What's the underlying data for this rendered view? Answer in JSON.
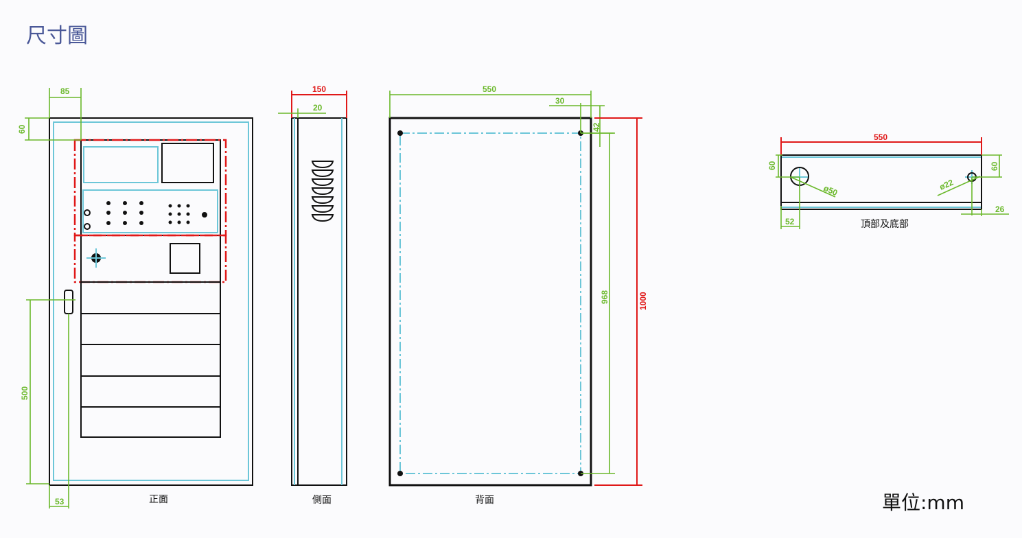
{
  "title": "尺寸圖",
  "unit_label": "單位:mm",
  "colors": {
    "outline": "#111111",
    "hidden": "#6cc6d8",
    "dimension": "#6ab82a",
    "overall_dimension": "#e01818",
    "title": "#4a5898"
  },
  "front_view": {
    "label": "正面",
    "dims": {
      "left_offset": "85",
      "top_offset": "60",
      "handle_height": "500",
      "handle_offset": "53"
    }
  },
  "side_view": {
    "label": "側面",
    "dims": {
      "depth": "150",
      "rim": "20"
    }
  },
  "back_view": {
    "label": "背面",
    "dims": {
      "width": "550",
      "hole_x_offset": "30",
      "hole_y_offset": "42",
      "hole_spacing": "968",
      "height": "1000"
    }
  },
  "top_view": {
    "label": "頂部及底部",
    "dims": {
      "width": "550",
      "left_hole_y": "60",
      "right_hole_y": "60",
      "left_hole_x": "52",
      "right_hole_x": "26",
      "large_hole": "ø50",
      "small_hole": "ø22"
    }
  }
}
